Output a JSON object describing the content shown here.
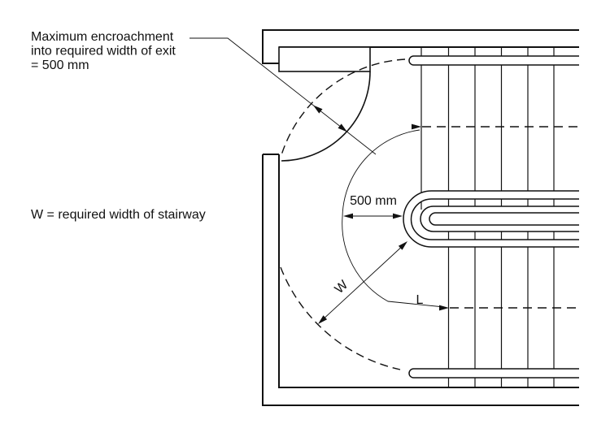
{
  "colors": {
    "background": "#ffffff",
    "line": "#111111"
  },
  "notes": {
    "encroachment": {
      "line1": "Maximum encroachment",
      "line2": "into required width of exit",
      "line3": "= 500 mm"
    },
    "width_definition": "W = required width of stairway"
  },
  "dimensions": {
    "encroachment_500": "500 mm",
    "travel_length_label": "L",
    "stair_width_label": "W"
  }
}
